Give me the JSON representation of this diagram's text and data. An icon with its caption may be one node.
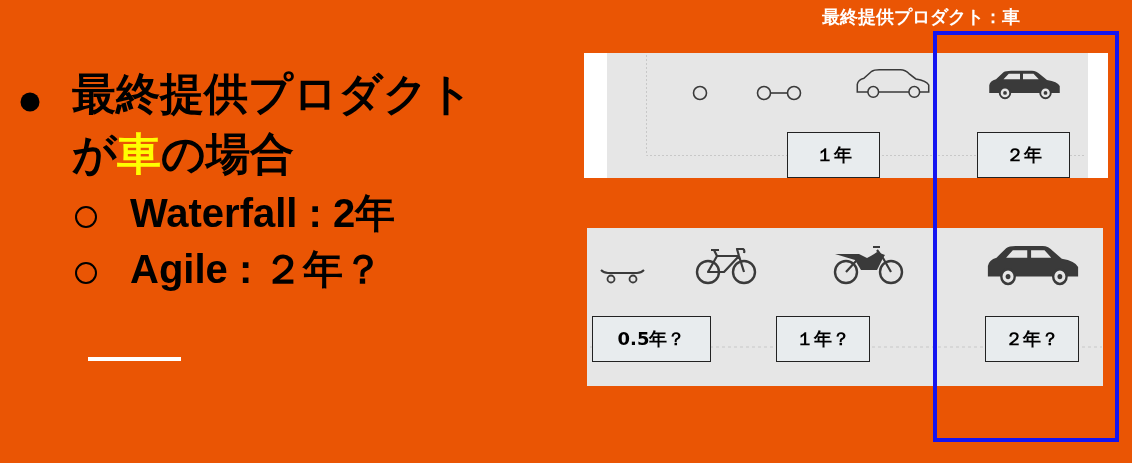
{
  "diagram": {
    "nodes": [
      {
        "text": [
          "最終提供プロダクト：車"
        ]
      },
      {
        "text": [
          "１年"
        ]
      },
      {
        "text": [
          "２年"
        ],
        "in": 0
      },
      {
        "text": [
          "0.5年？"
        ]
      },
      {
        "text": [
          "１年？"
        ]
      },
      {
        "text": [
          "２年？"
        ],
        "in": 0
      }
    ],
    "labels": [
      "最終提供プロダクトが**車**の場合",
      "Waterfall : 2年",
      "Agile : ２年？"
    ]
  }
}
